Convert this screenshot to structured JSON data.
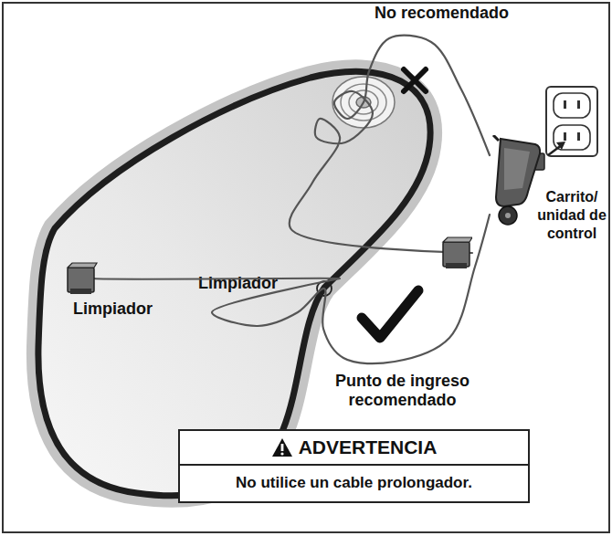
{
  "diagram": {
    "nodes": [
      {
        "text": [
          "Limpiador"
        ]
      },
      {
        "text": [
          "Limpiador"
        ]
      },
      {
        "text": [
          "Carrito/ unidad de control"
        ]
      },
      {
        "text": [
          "ADVERTENCIA",
          "No utilice un cable prolongador."
        ]
      }
    ],
    "edges": [
      {
        "from": 2,
        "to": 0,
        "arrow": "none"
      },
      {
        "from": 2,
        "to": 1,
        "arrow": "none"
      }
    ],
    "labels": [
      "No recomendado",
      "Punto de ingreso recomendado"
    ]
  }
}
